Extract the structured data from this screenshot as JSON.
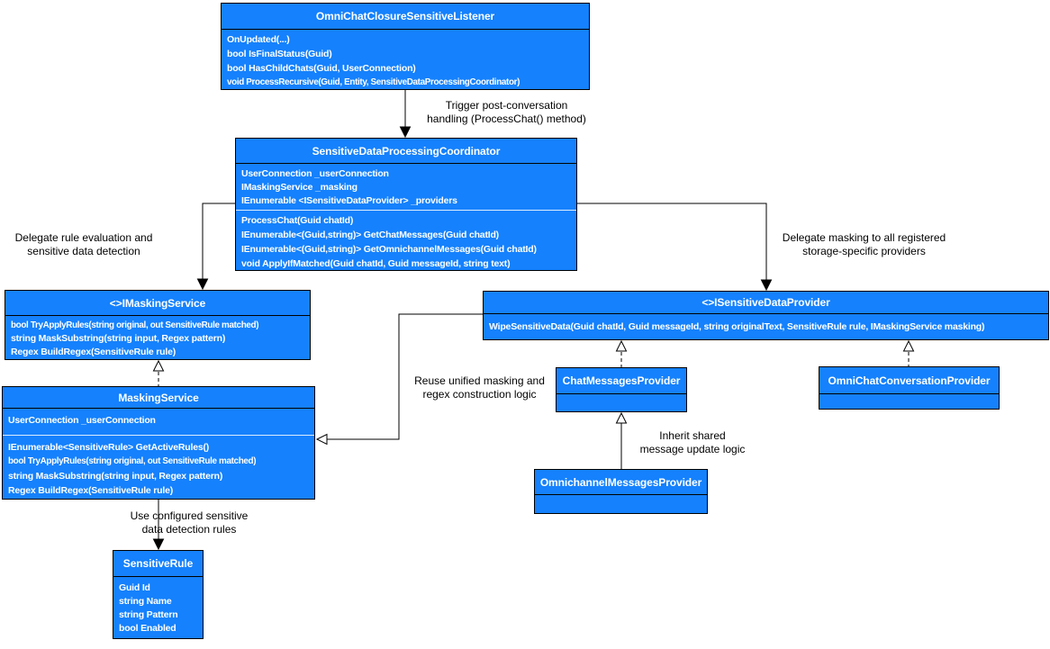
{
  "diagram": {
    "type": "uml-class-diagram",
    "colors": {
      "box_fill": "#1581FC",
      "box_border": "#000000",
      "box_text": "#FFFFFF",
      "label_text": "#000000",
      "background": "#FFFFFF"
    }
  },
  "classes": {
    "listener": {
      "title": "OmniChatClosureSensitiveListener",
      "members": [
        "OnUpdated(...)",
        "bool IsFinalStatus(Guid)",
        "bool HasChildChats(Guid, UserConnection)",
        "void ProcessRecursive(Guid, Entity, SensitiveDataProcessingCoordinator)"
      ]
    },
    "coordinator": {
      "title": "SensitiveDataProcessingCoordinator",
      "fields": [
        "UserConnection _userConnection",
        "IMaskingService _masking",
        "IEnumerable <ISensitiveDataProvider> _providers"
      ],
      "methods": [
        "ProcessChat(Guid chatId)",
        "IEnumerable<(Guid,string)> GetChatMessages(Guid chatId)",
        "IEnumerable<(Guid,string)> GetOmnichannelMessages(Guid chatId)",
        "void ApplyIfMatched(Guid chatId, Guid messageId, string text)"
      ]
    },
    "imasking_service": {
      "stereotype": "<>",
      "title": "IMaskingService",
      "methods": [
        "bool TryApplyRules(string original, out SensitiveRule matched)",
        "string MaskSubstring(string input, Regex pattern)",
        "Regex BuildRegex(SensitiveRule rule)"
      ]
    },
    "isensitive_data_provider": {
      "stereotype": "<>",
      "title": "ISensitiveDataProvider",
      "methods": [
        "WipeSensitiveData(Guid chatId, Guid messageId, string originalText, SensitiveRule rule, IMaskingService masking)"
      ]
    },
    "masking_service": {
      "title": "MaskingService",
      "fields": [
        "UserConnection _userConnection"
      ],
      "methods": [
        "IEnumerable<SensitiveRule> GetActiveRules()",
        "bool TryApplyRules(string original, out SensitiveRule matched)",
        "string MaskSubstring(string input, Regex pattern)",
        "Regex BuildRegex(SensitiveRule rule)"
      ]
    },
    "chat_messages_provider": {
      "title": "ChatMessagesProvider"
    },
    "omnichat_conversation_provider": {
      "title": "OmniChatConversationProvider"
    },
    "omnichannel_messages_provider": {
      "title": "OmnichannelMessagesProvider"
    },
    "sensitive_rule": {
      "title": "SensitiveRule",
      "fields": [
        "Guid Id",
        "string Name",
        "string Pattern",
        "bool Enabled"
      ]
    }
  },
  "edge_labels": {
    "trigger": "Trigger post-conversation\nhandling (ProcessChat() method)",
    "delegate_rules": "Delegate rule evaluation and\nsensitive data detection",
    "delegate_masking": "Delegate masking to all registered\nstorage-specific providers",
    "reuse": "Reuse unified masking and\nregex construction logic",
    "inherit": "Inherit shared\nmessage update logic",
    "use_rules": "Use configured sensitive\ndata detection rules"
  },
  "edges": [
    {
      "name": "trigger",
      "from": "OmniChatClosureSensitiveListener",
      "to": "SensitiveDataProcessingCoordinator",
      "style": "solid-filled-arrow"
    },
    {
      "name": "delegate_rules",
      "from": "SensitiveDataProcessingCoordinator",
      "to": "IMaskingService",
      "style": "solid-filled-arrow"
    },
    {
      "name": "delegate_masking",
      "from": "SensitiveDataProcessingCoordinator",
      "to": "ISensitiveDataProvider",
      "style": "solid-filled-arrow"
    },
    {
      "name": "use_rules",
      "from": "MaskingService",
      "to": "SensitiveRule",
      "style": "solid-filled-arrow"
    },
    {
      "name": "reuse",
      "from": "ISensitiveDataProvider",
      "to": "MaskingService",
      "style": "solid-hollow-arrow"
    },
    {
      "name": "realize_masking",
      "from": "MaskingService",
      "to": "IMaskingService",
      "style": "dashed-hollow-triangle"
    },
    {
      "name": "realize_chatmsg",
      "from": "ChatMessagesProvider",
      "to": "ISensitiveDataProvider",
      "style": "dashed-hollow-triangle"
    },
    {
      "name": "realize_omnichatconv",
      "from": "OmniChatConversationProvider",
      "to": "ISensitiveDataProvider",
      "style": "dashed-hollow-triangle"
    },
    {
      "name": "inherit_omnimsg",
      "from": "OmnichannelMessagesProvider",
      "to": "ChatMessagesProvider",
      "style": "solid-hollow-triangle"
    }
  ]
}
